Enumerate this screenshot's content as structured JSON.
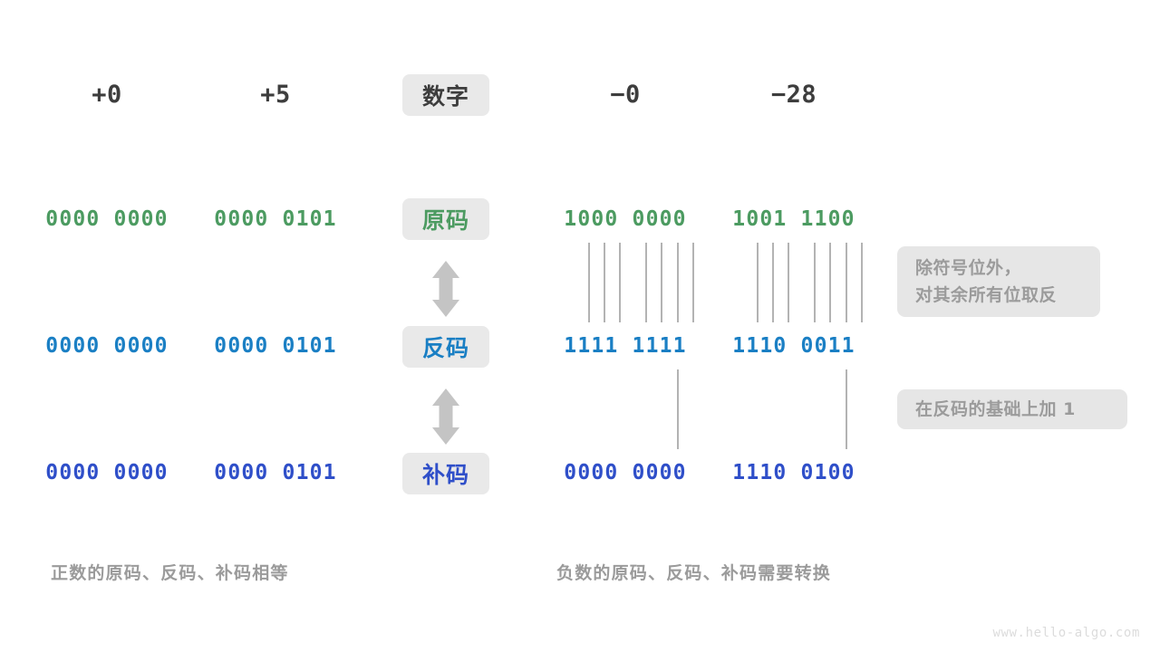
{
  "meta": {
    "watermark": "www.hello-algo.com"
  },
  "columns": {
    "header_labels": [
      "+0",
      "+5",
      "数字",
      "−0",
      "−28"
    ],
    "positive": [
      "+0",
      "+5"
    ],
    "negative": [
      "−0",
      "−28"
    ],
    "center_header": "数字"
  },
  "rows": [
    {
      "label": "原码",
      "label_color": "#4c9b61",
      "color_class": "c-green",
      "values": {
        "+0": "0000 0000",
        "+5": "0000 0101",
        "-0": "1000 0000",
        "-28": "1001 1100"
      }
    },
    {
      "label": "反码",
      "label_color": "#1a7fc4",
      "color_class": "c-blue",
      "values": {
        "+0": "0000 0000",
        "+5": "0000 0101",
        "-0": "1111 1111",
        "-28": "1110 0011"
      }
    },
    {
      "label": "补码",
      "label_color": "#2f4fc9",
      "color_class": "c-indigo",
      "values": {
        "+0": "0000 0000",
        "+5": "0000 0101",
        "-0": "0000 0000",
        "-28": "1110 0100"
      }
    }
  ],
  "notes": [
    {
      "id": "note-invert",
      "lines": [
        "除符号位外，",
        "对其余所有位取反"
      ]
    },
    {
      "id": "note-add-one",
      "lines": [
        "在反码的基础上加  1"
      ]
    }
  ],
  "captions": {
    "left": "正数的原码、反码、补码相等",
    "right": "负数的原码、反码、补码需要转换"
  },
  "arrows": {
    "between_1_2": "double-arrow-vertical",
    "between_2_3": "double-arrow-vertical",
    "color": "#c4c4c4"
  },
  "colors": {
    "sign_magnitude": "#4c9b61",
    "ones_complement": "#1a7fc4",
    "twos_complement": "#2f4fc9",
    "pill_bg": "#e9e9e9",
    "note_bg": "#e6e6e6",
    "muted_text": "#9b9b9b",
    "connector_line": "#8a8a8a",
    "heading_text": "#3d3d3d"
  }
}
